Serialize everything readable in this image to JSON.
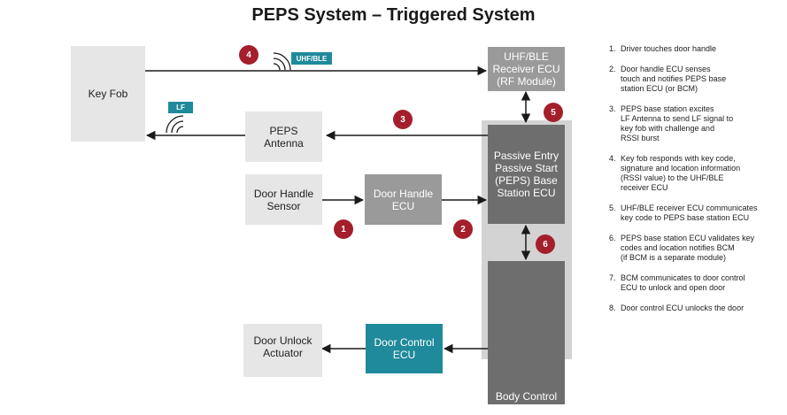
{
  "title": "PEPS System – Triggered System",
  "boxes": {
    "key_fob": "Key Fob",
    "uhf_receiver": "UHF/BLE\nReceiver ECU\n(RF Module)",
    "peps_antenna": "PEPS\nAntenna",
    "door_handle_sensor": "Door Handle\nSensor",
    "door_handle_ecu": "Door Handle\nECU",
    "peps_base": "Passive Entry\nPassive Start\n(PEPS) Base\nStation ECU",
    "body_control": "Body Control\nModule (ECU)",
    "door_unlock": "Door Unlock\nActuator",
    "door_control": "Door Control ECU"
  },
  "tags": {
    "uhf_ble": "UHF/BLE",
    "lf": "LF"
  },
  "badges": [
    "4",
    "3",
    "5",
    "1",
    "2",
    "6"
  ],
  "steps": [
    {
      "n": "1.",
      "text": "Driver touches door handle"
    },
    {
      "n": "2.",
      "text": "Door handle ECU senses\ntouch and notifies PEPS base\nstation ECU (or BCM)"
    },
    {
      "n": "3.",
      "text": "PEPS base station excites\nLF Antenna to send LF signal to\nkey fob with challenge and\nRSSI burst"
    },
    {
      "n": "4.",
      "text": "Key fob responds with key code,\nsignature and location information\n(RSSI value) to the UHF/BLE\nreceiver ECU"
    },
    {
      "n": "5.",
      "text": "UHF/BLE receiver ECU communicates\nkey code to PEPS base station ECU"
    },
    {
      "n": "6.",
      "text": "PEPS base station ECU validates key\ncodes and location notifies BCM\n(if BCM is a separate module)"
    },
    {
      "n": "7.",
      "text": "BCM communicates to door control\nECU to unlock and open door"
    },
    {
      "n": "8.",
      "text": "Door control ECU unlocks the door"
    }
  ],
  "colors": {
    "badge": "#a41f2b",
    "teal": "#1f8a9c",
    "dark_box": "#6e6e6f",
    "light_box": "#e6e6e7"
  }
}
